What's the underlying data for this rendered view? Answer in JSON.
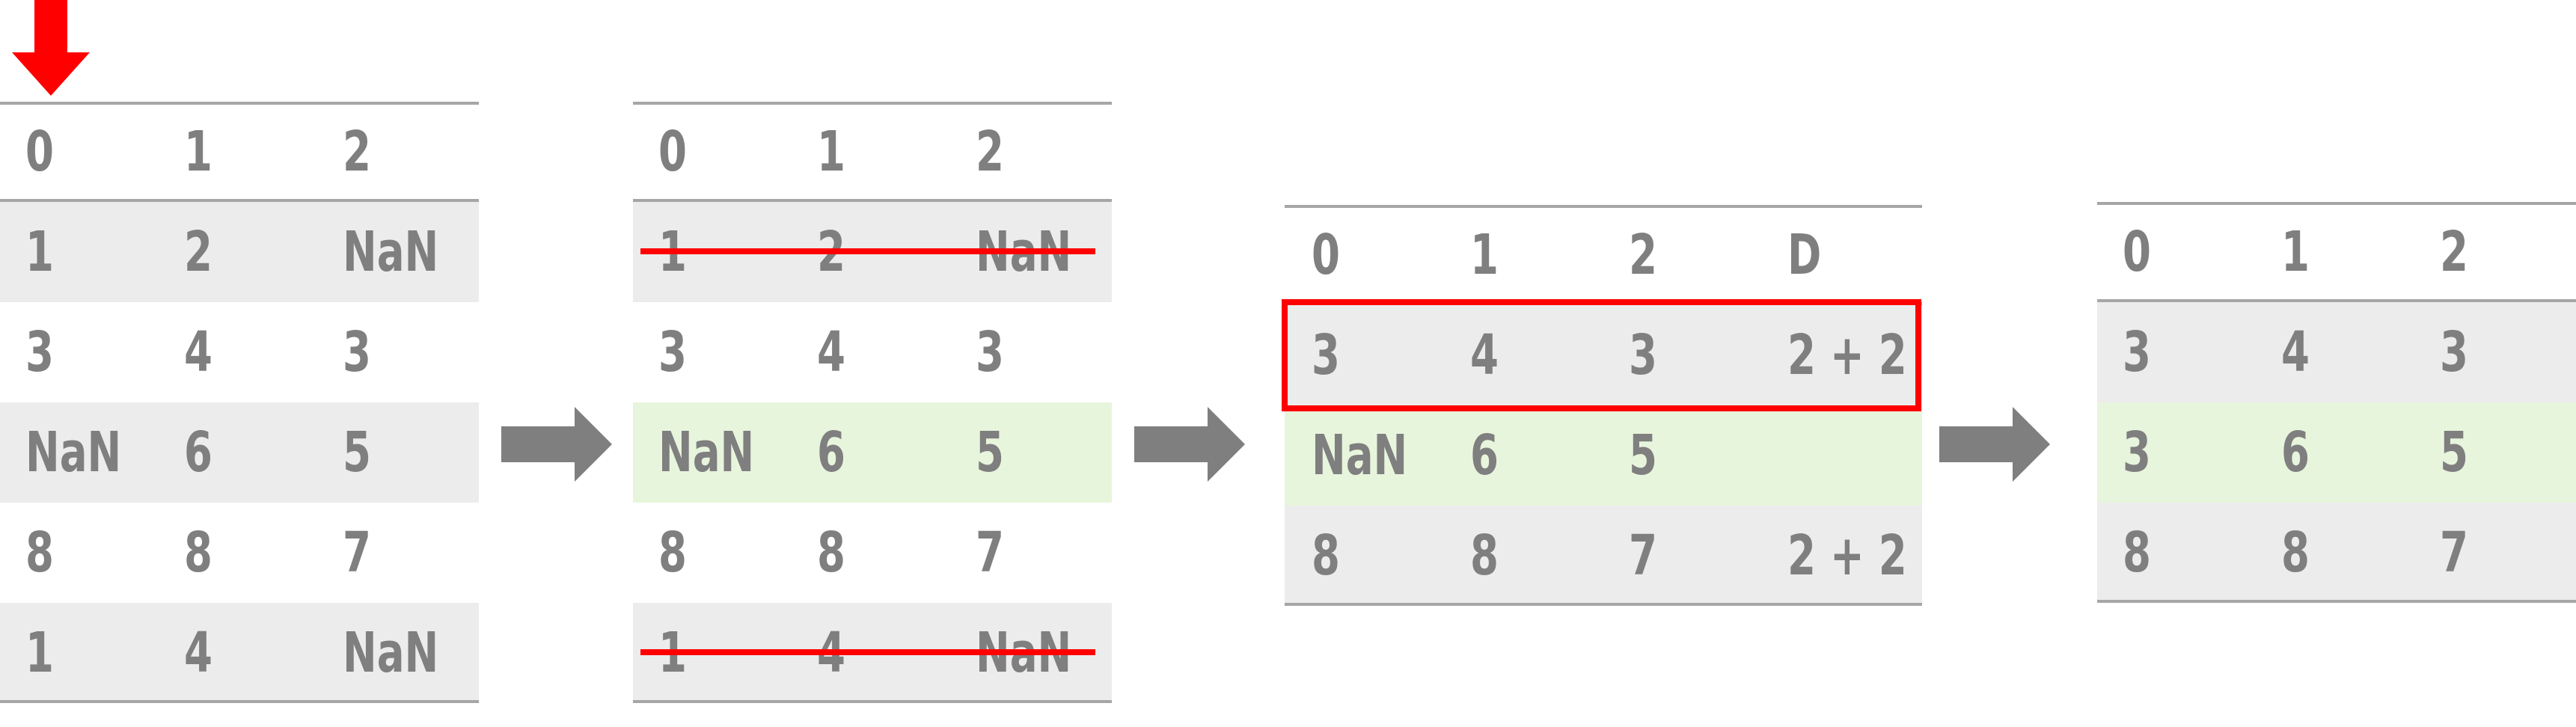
{
  "tables": [
    {
      "id": "t1",
      "header": [
        "0",
        "1",
        "2"
      ],
      "rows": [
        {
          "cells": [
            "1",
            "2",
            "NaN"
          ],
          "bg": "gray"
        },
        {
          "cells": [
            "3",
            "4",
            "3"
          ],
          "bg": "white"
        },
        {
          "cells": [
            "NaN",
            "6",
            "5"
          ],
          "bg": "gray"
        },
        {
          "cells": [
            "8",
            "8",
            "7"
          ],
          "bg": "white"
        },
        {
          "cells": [
            "1",
            "4",
            "NaN"
          ],
          "bg": "gray"
        }
      ]
    },
    {
      "id": "t2",
      "header": [
        "0",
        "1",
        "2"
      ],
      "rows": [
        {
          "cells": [
            "1",
            "2",
            "NaN"
          ],
          "bg": "gray",
          "struck": true
        },
        {
          "cells": [
            "3",
            "4",
            "3"
          ],
          "bg": "white"
        },
        {
          "cells": [
            "NaN",
            "6",
            "5"
          ],
          "bg": "green"
        },
        {
          "cells": [
            "8",
            "8",
            "7"
          ],
          "bg": "white"
        },
        {
          "cells": [
            "1",
            "4",
            "NaN"
          ],
          "bg": "gray",
          "struck": true
        }
      ]
    },
    {
      "id": "t3",
      "header": [
        "0",
        "1",
        "2",
        "D"
      ],
      "rows": [
        {
          "cells": [
            "3",
            "4",
            "3",
            "2 + 2"
          ],
          "bg": "gray",
          "boxed": true
        },
        {
          "cells": [
            "NaN",
            "6",
            "5",
            ""
          ],
          "bg": "green"
        },
        {
          "cells": [
            "8",
            "8",
            "7",
            "2 + 2"
          ],
          "bg": "gray"
        }
      ]
    },
    {
      "id": "t4",
      "header": [
        "0",
        "1",
        "2"
      ],
      "rows": [
        {
          "cells": [
            "3",
            "4",
            "3"
          ],
          "bg": "gray"
        },
        {
          "cells": [
            "3",
            "6",
            "5"
          ],
          "bg": "green"
        },
        {
          "cells": [
            "8",
            "8",
            "7"
          ],
          "bg": "gray"
        }
      ]
    }
  ],
  "colors": {
    "text": "#7f7f7f",
    "gray_row": "#ececec",
    "green_row": "#e8f5dd",
    "rule": "#a6a6a6",
    "highlight": "#ff0000",
    "arrow": "#7f7f7f"
  },
  "icons": [
    "down-arrow-icon",
    "right-arrow-icon"
  ]
}
